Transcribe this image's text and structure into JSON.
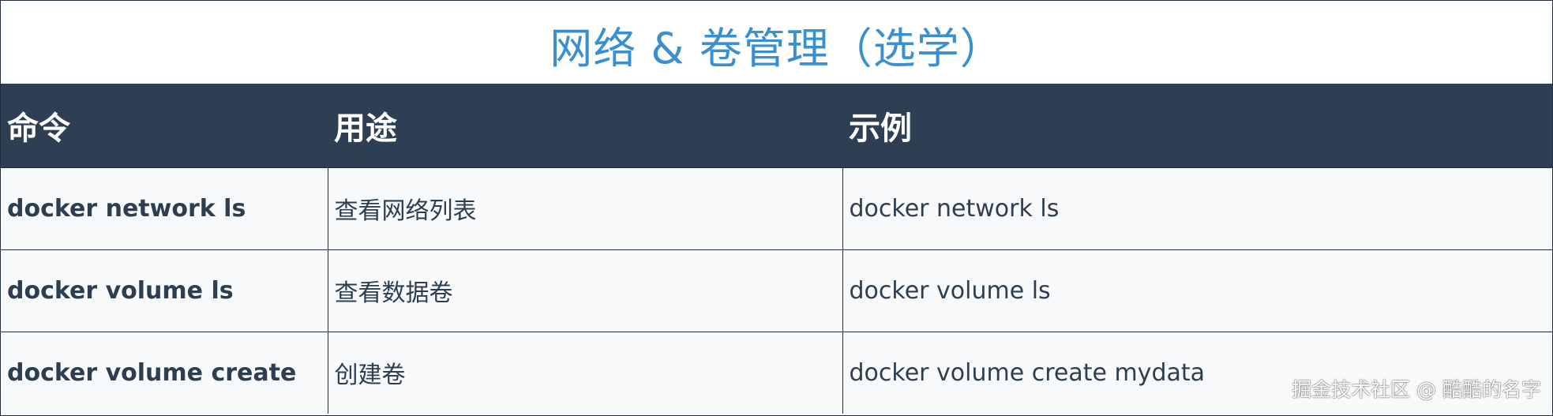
{
  "title": "网络 & 卷管理（选学）",
  "table": {
    "headers": [
      "命令",
      "用途",
      "示例"
    ],
    "rows": [
      {
        "command": "docker network ls",
        "purpose": "查看网络列表",
        "example": "docker network ls"
      },
      {
        "command": "docker volume ls",
        "purpose": "查看数据卷",
        "example": "docker volume ls"
      },
      {
        "command": "docker volume create",
        "purpose": "创建卷",
        "example": "docker volume create mydata"
      }
    ]
  },
  "watermark": "掘金技术社区 @ 酷酷的名字",
  "colors": {
    "title": "#3a8fcf",
    "header_bg": "#2e3f53",
    "header_text": "#ffffff",
    "row_bg": "#f7f9fb",
    "cell_text": "#2c3e50"
  }
}
